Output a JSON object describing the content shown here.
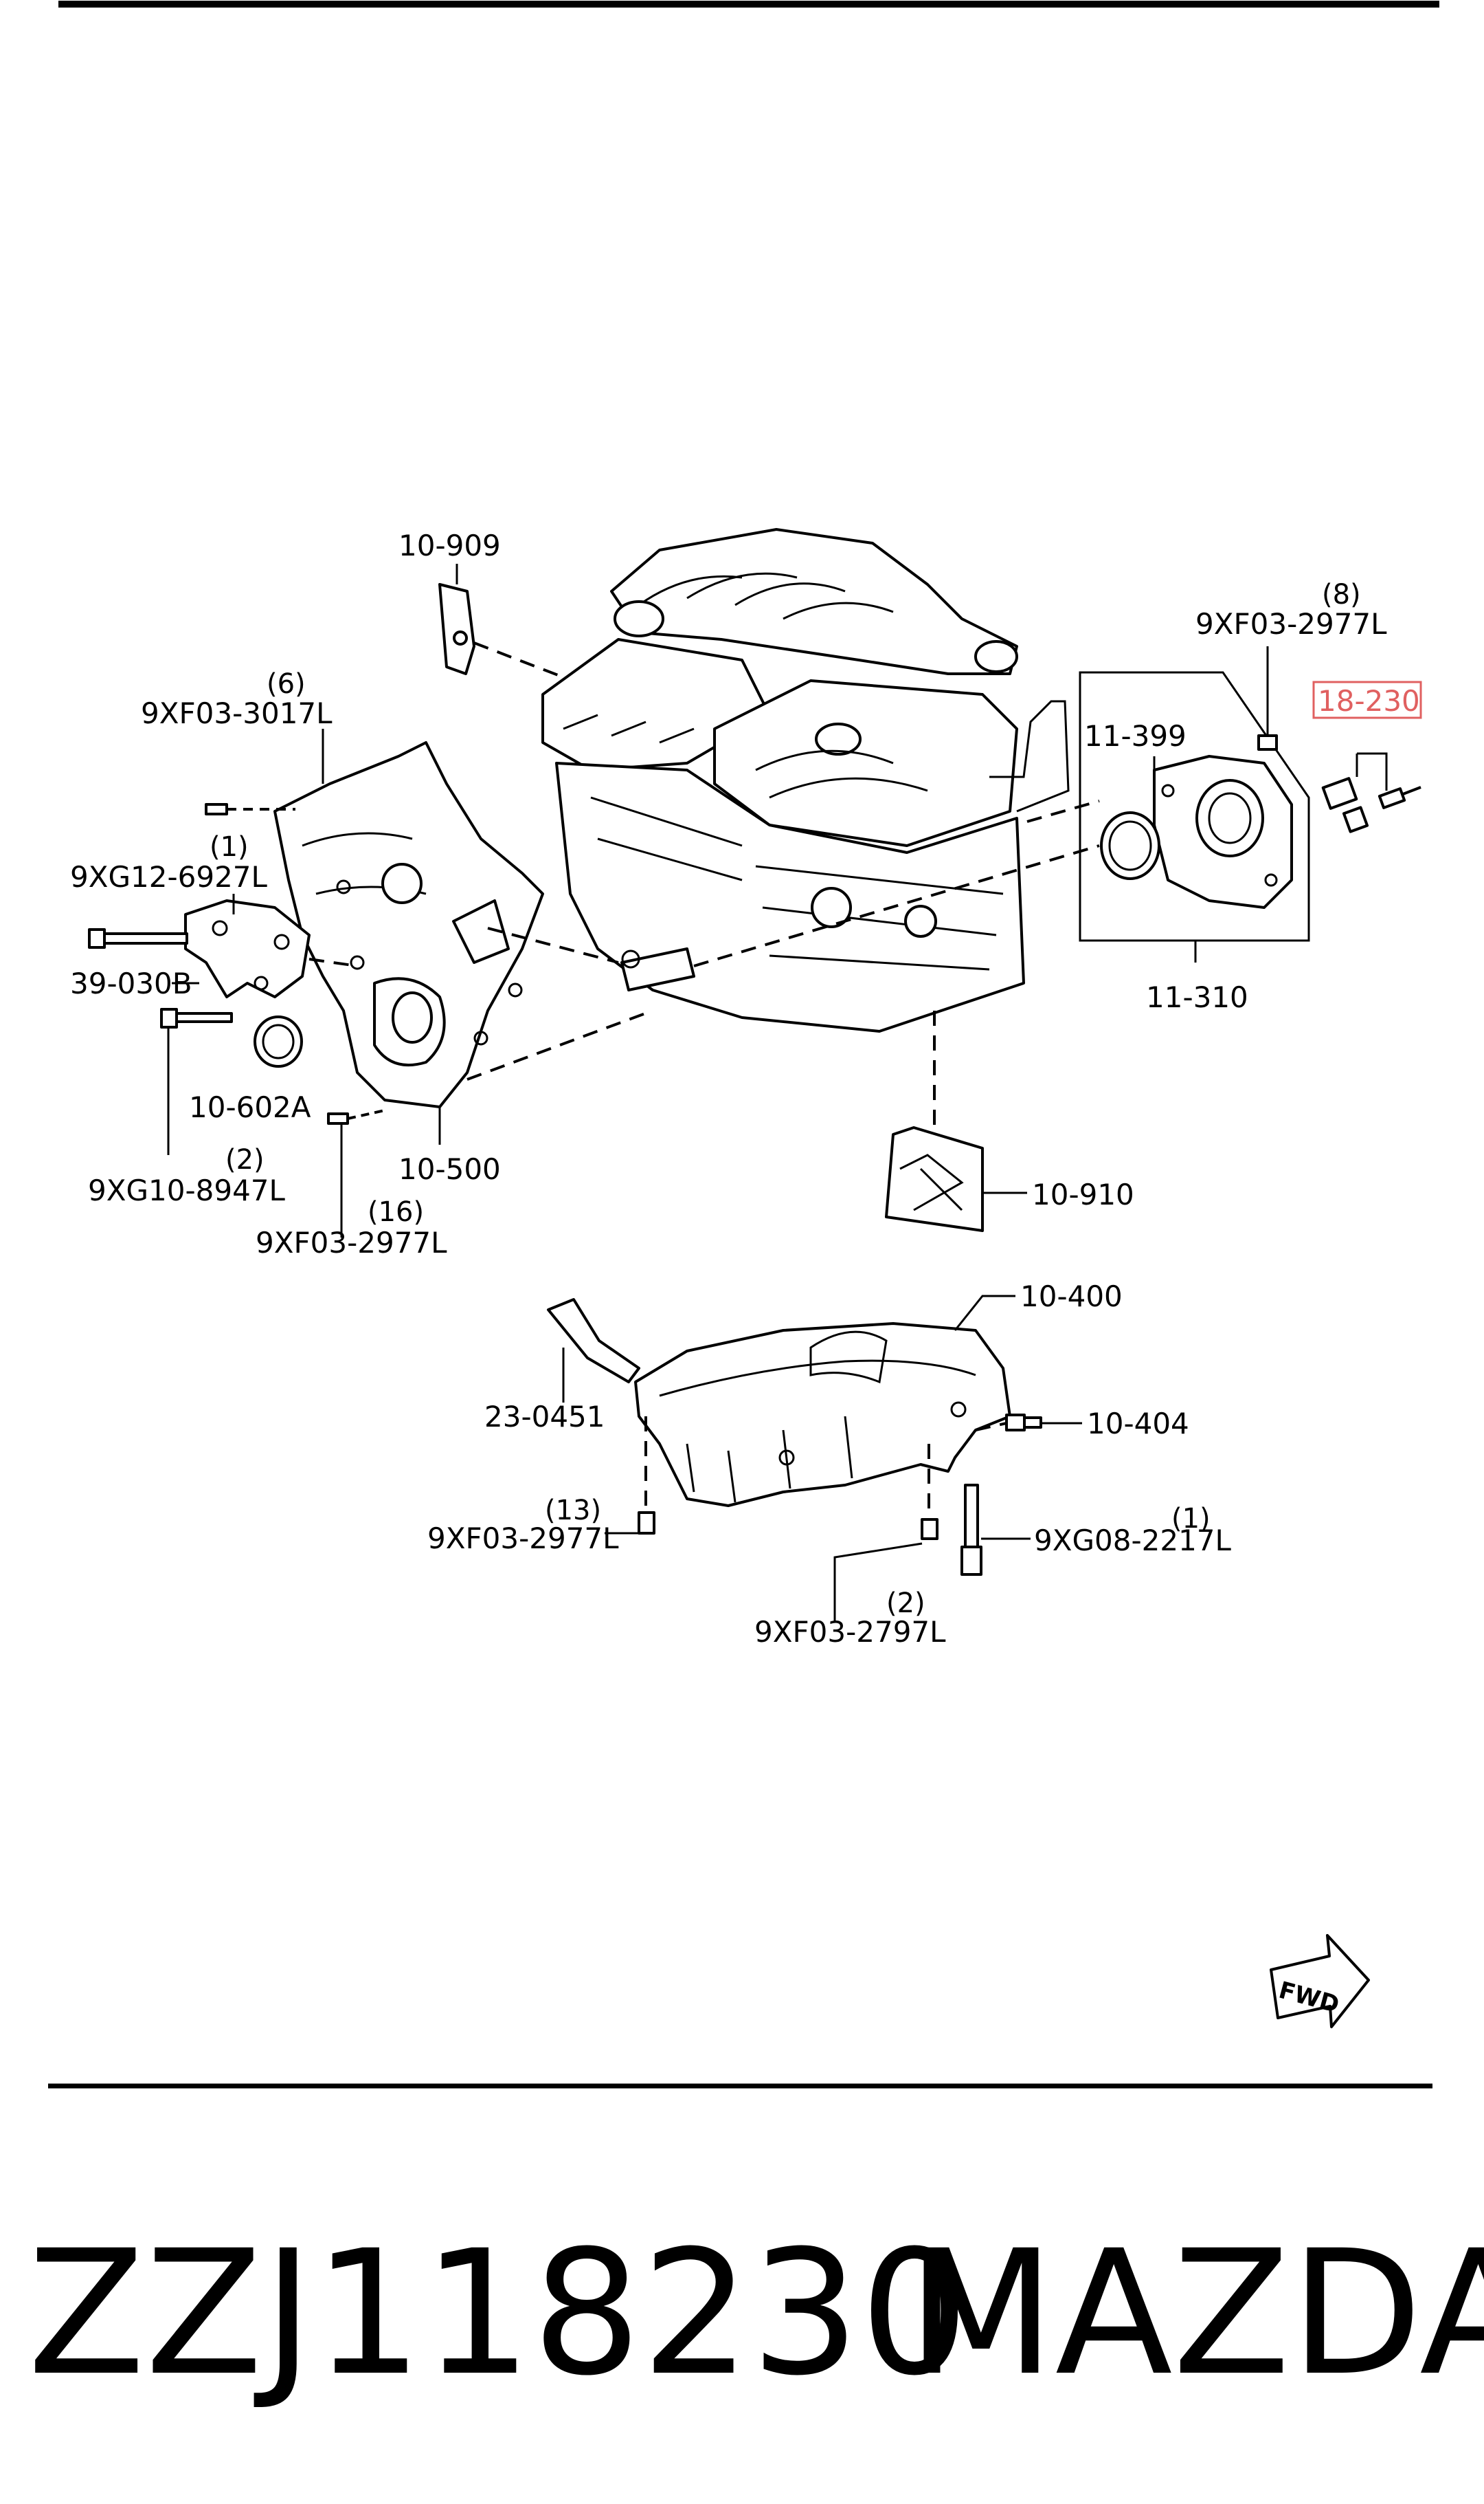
{
  "diagram": {
    "highlighted_part": "18-230",
    "highlight_color": "#e06060",
    "labels": {
      "l_10_909": "10-909",
      "l_9xf03_2977l_top": "9XF03-2977L",
      "q_8": "(8)",
      "l_18_230": "18-230",
      "l_11_399": "11-399",
      "l_11_310": "11-310",
      "l_9xf03_3017l": "9XF03-3017L",
      "q_6": "(6)",
      "l_9xg12_6927l": "9XG12-6927L",
      "q_1a": "(1)",
      "l_39_030b": "39-030B",
      "l_10_602a": "10-602A",
      "l_9xg10_8947l": "9XG10-8947L",
      "q_2a": "(2)",
      "l_10_500": "10-500",
      "l_9xf03_2977l_mid": "9XF03-2977L",
      "q_16": "(16)",
      "l_10_910": "10-910",
      "l_10_400": "10-400",
      "l_23_0451": "23-0451",
      "l_10_404": "10-404",
      "l_9xf03_2977l_low": "9XF03-2977L",
      "q_13": "(13)",
      "l_9xg08_2217l": "9XG08-2217L",
      "q_1b": "(1)",
      "l_9xf03_2797l": "9XF03-2797L",
      "q_2b": "(2)",
      "fwd": "FWD"
    }
  },
  "footer": {
    "part_number": "ZZJ118230",
    "brand": "MAZDA"
  }
}
